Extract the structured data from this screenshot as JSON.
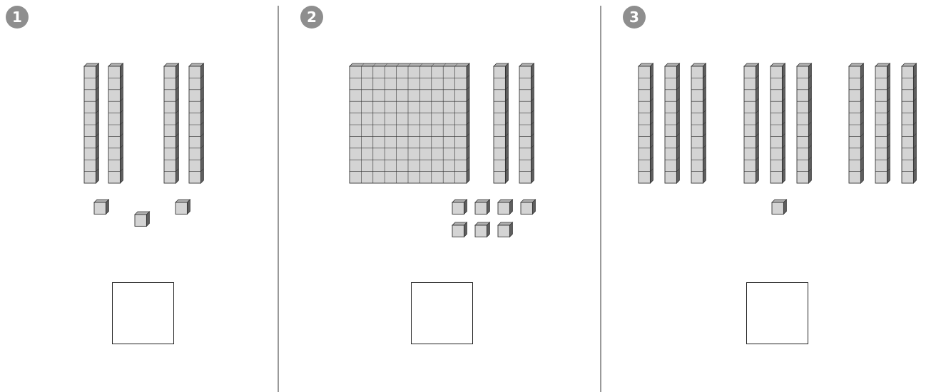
{
  "problems": [
    {
      "number": "1",
      "hundreds": 0,
      "tens": 4,
      "ones": 3,
      "answer": ""
    },
    {
      "number": "2",
      "hundreds": 1,
      "tens": 2,
      "ones": 7,
      "answer": ""
    },
    {
      "number": "3",
      "hundreds": 0,
      "tens": 9,
      "ones": 1,
      "answer": ""
    }
  ],
  "colors": {
    "cube_face": "#d4d4d4",
    "cube_top": "#b0b0b0",
    "cube_side": "#5e5e5e",
    "badge": "#8e8e8e",
    "divider": "#9a9a9a"
  }
}
